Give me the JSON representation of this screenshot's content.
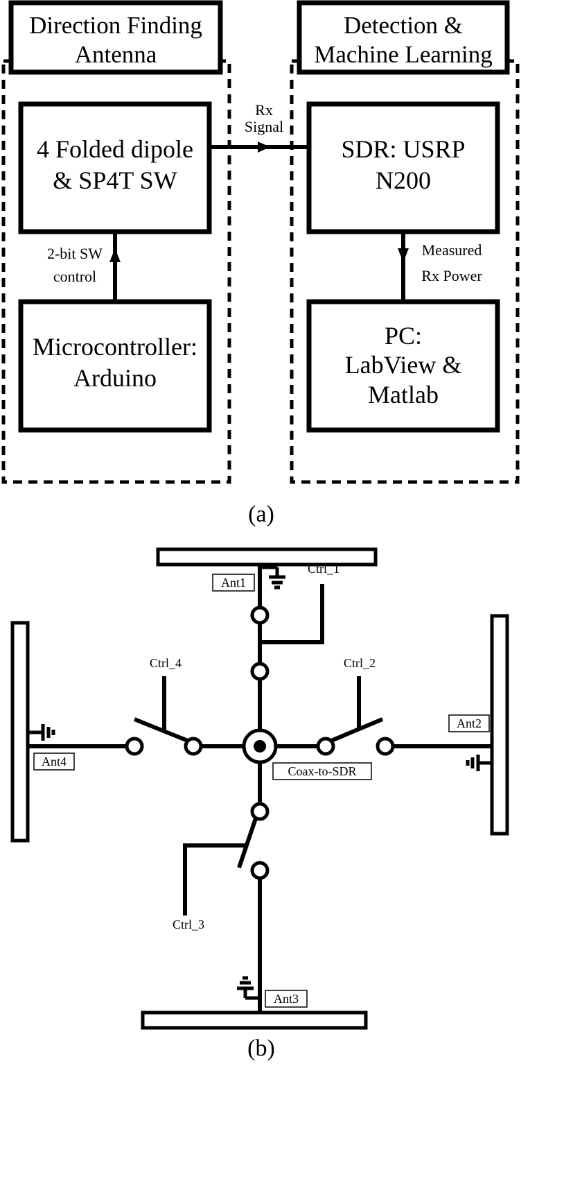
{
  "panel_a": {
    "caption": "(a)",
    "group_left": {
      "title_line1": "Direction Finding",
      "title_line2": "Antenna"
    },
    "group_right": {
      "title_line1": "Detection &",
      "title_line2": "Machine Learning"
    },
    "antenna_box": {
      "line1": "4 Folded dipole",
      "line2": "& SP4T SW"
    },
    "mcu_box": {
      "line1": "Microcontroller:",
      "line2": "Arduino"
    },
    "sdr_box": {
      "line1": "SDR: USRP",
      "line2": "N200"
    },
    "pc_box": {
      "line1": "PC:",
      "line2": "LabView &",
      "line3": "Matlab"
    },
    "arrow_rx": {
      "line1": "Rx",
      "line2": "Signal"
    },
    "arrow_sw": {
      "line1": "2-bit SW",
      "line2": "control"
    },
    "arrow_power": {
      "line1": "Measured",
      "line2": "Rx Power"
    }
  },
  "panel_b": {
    "caption": "(b)",
    "antennas": [
      "Ant1",
      "Ant2",
      "Ant3",
      "Ant4"
    ],
    "controls": [
      "Ctrl_1",
      "Ctrl_2",
      "Ctrl_3",
      "Ctrl_4"
    ],
    "coax_label": "Coax-to-SDR"
  }
}
